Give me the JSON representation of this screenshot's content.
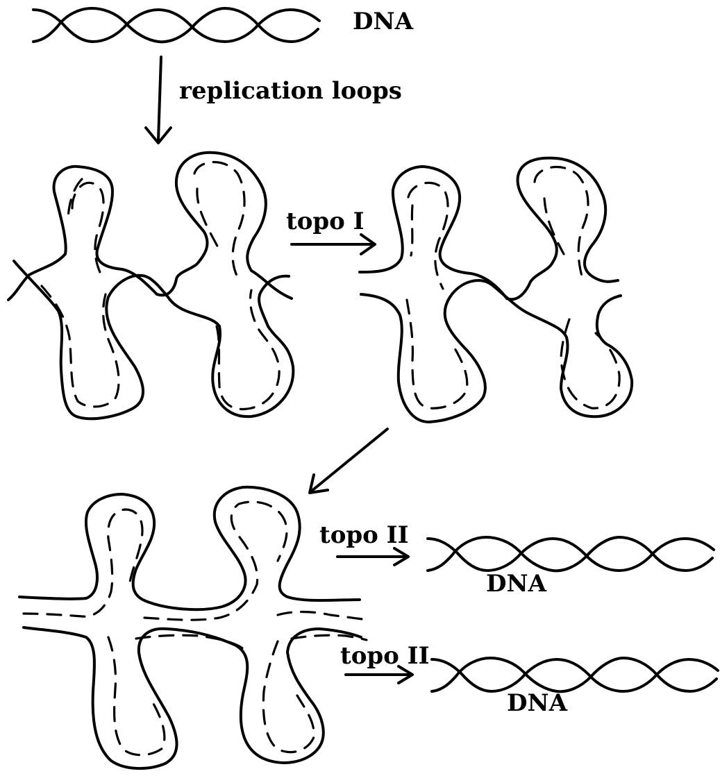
{
  "labels": {
    "dna_top": "DNA",
    "replication": "replication loops",
    "topo1": "topo I",
    "topo2_a": "topo II",
    "topo2_b": "topo II",
    "dna_mid": "DNA",
    "dna_bottom": "DNA"
  }
}
